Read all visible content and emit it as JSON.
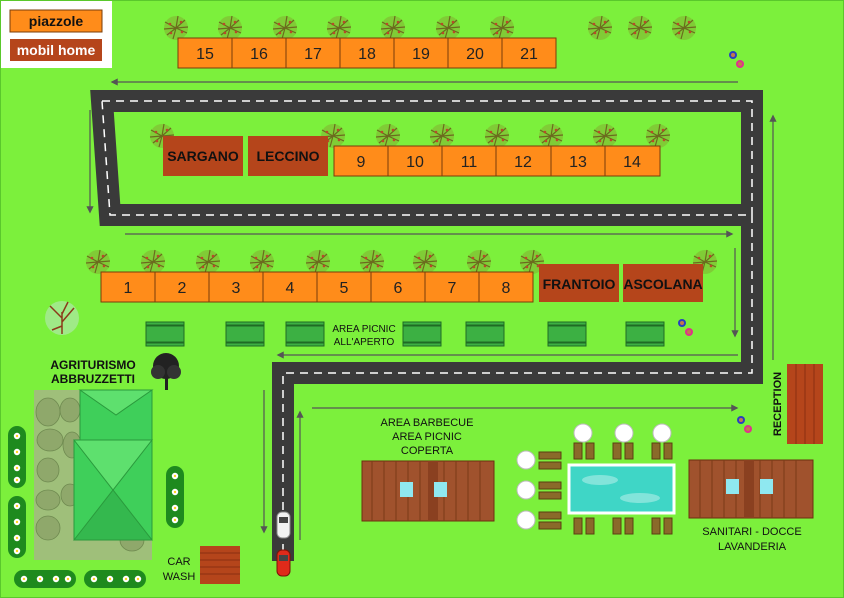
{
  "legend": {
    "pitch_label": "piazzole",
    "mobilhome_label": "mobil home",
    "pitch_color": "#ff8c1a",
    "mobilhome_color": "#b5451b"
  },
  "colors": {
    "grass": "#7cf03c",
    "road": "#3a3a3a",
    "road_marking": "#ffffff",
    "pitch": "#ff8c1a",
    "mobilhome": "#b5451b",
    "wood": "#a0522d",
    "pool": "#3fd6c6",
    "bench": "#3cb043",
    "roof": "#3fcf5a"
  },
  "pitches": {
    "top_row": [
      "15",
      "16",
      "17",
      "18",
      "19",
      "20",
      "21"
    ],
    "middle_row": [
      "9",
      "10",
      "11",
      "12",
      "13",
      "14"
    ],
    "bottom_row": [
      "1",
      "2",
      "3",
      "4",
      "5",
      "6",
      "7",
      "8"
    ]
  },
  "mobil_homes": {
    "sargano": "SARGANO",
    "leccino": "LECCINO",
    "frantoio": "FRANTOIO",
    "ascolana": "ASCOLANA"
  },
  "areas": {
    "picnic_open_line1": "AREA PICNIC",
    "picnic_open_line2": "ALL'APERTO",
    "agriturismo_line1": "AGRITURISMO",
    "agriturismo_line2": "ABBRUZZETTI",
    "barbecue_line1": "AREA BARBECUE",
    "barbecue_line2": "AREA PICNIC",
    "barbecue_line3": "COPERTA",
    "sanitari_line1": "SANITARI - DOCCE",
    "sanitari_line2": "LAVANDERIA",
    "reception": "RECEPTION",
    "carwash_line1": "CAR",
    "carwash_line2": "WASH"
  },
  "icons": [
    "tree-icon",
    "person-icon",
    "car-icon",
    "bench-icon",
    "umbrella-icon",
    "sunbed-icon",
    "flower-icon",
    "window-icon",
    "arrow-icon"
  ]
}
